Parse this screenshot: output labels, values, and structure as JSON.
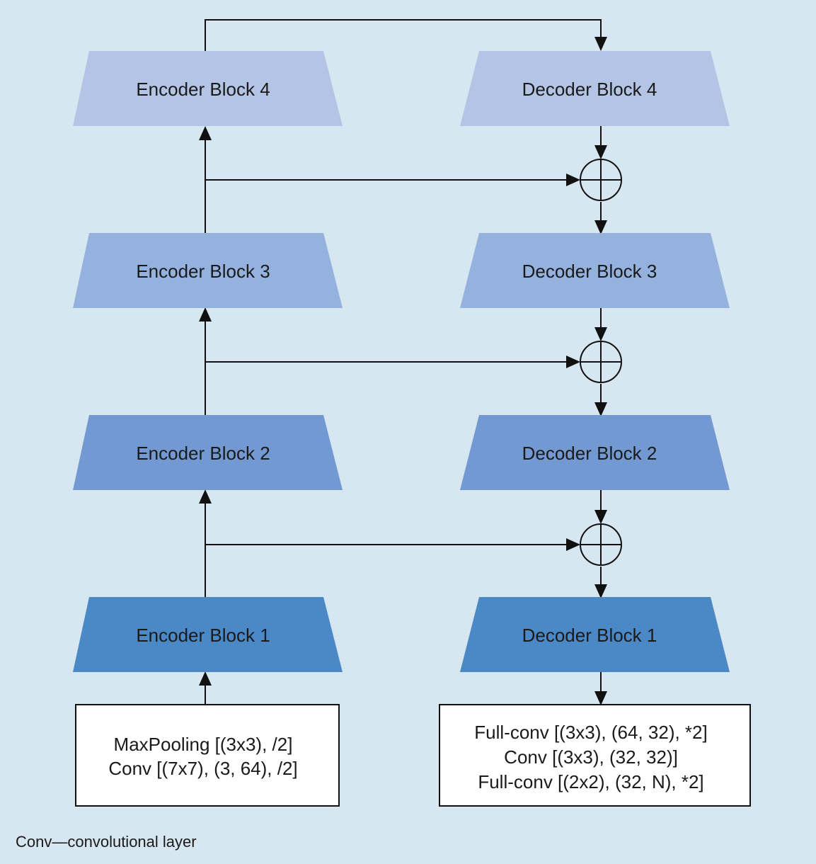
{
  "colors": {
    "background": "#d6e7f1",
    "level4": "#b3c4e5",
    "level3": "#95b1dd",
    "level2": "#7299d1",
    "level1": "#4a88c6",
    "line": "#111111",
    "box_fill": "#ffffff"
  },
  "encoder_blocks": [
    {
      "label": "Encoder Block 1"
    },
    {
      "label": "Encoder Block 2"
    },
    {
      "label": "Encoder Block 3"
    },
    {
      "label": "Encoder Block 4"
    }
  ],
  "decoder_blocks": [
    {
      "label": "Decoder Block 1"
    },
    {
      "label": "Decoder Block 2"
    },
    {
      "label": "Decoder Block 3"
    },
    {
      "label": "Decoder Block 4"
    }
  ],
  "input_box": {
    "lines": [
      "MaxPooling [(3x3), /2]",
      "Conv [(7x7), (3, 64), /2]"
    ]
  },
  "output_box": {
    "lines": [
      "Full-conv [(3x3), (64, 32), *2]",
      "Conv [(3x3), (32, 32)]",
      "Full-conv [(2x2), (32, N), *2]"
    ]
  },
  "caption": "Conv—convolutional layer",
  "edges": [
    {
      "from": "input-box",
      "to": "encoder-block-1"
    },
    {
      "from": "encoder-block-1",
      "to": "encoder-block-2"
    },
    {
      "from": "encoder-block-2",
      "to": "encoder-block-3"
    },
    {
      "from": "encoder-block-3",
      "to": "encoder-block-4"
    },
    {
      "from": "encoder-block-4",
      "to": "decoder-block-4"
    },
    {
      "from": "decoder-block-4",
      "to": "sum-node-3"
    },
    {
      "from": "encoder-block-3",
      "to": "sum-node-3"
    },
    {
      "from": "sum-node-3",
      "to": "decoder-block-3"
    },
    {
      "from": "decoder-block-3",
      "to": "sum-node-2"
    },
    {
      "from": "encoder-block-2",
      "to": "sum-node-2"
    },
    {
      "from": "sum-node-2",
      "to": "decoder-block-2"
    },
    {
      "from": "decoder-block-2",
      "to": "sum-node-1"
    },
    {
      "from": "encoder-block-1",
      "to": "sum-node-1"
    },
    {
      "from": "sum-node-1",
      "to": "decoder-block-1"
    },
    {
      "from": "decoder-block-1",
      "to": "output-box"
    }
  ]
}
